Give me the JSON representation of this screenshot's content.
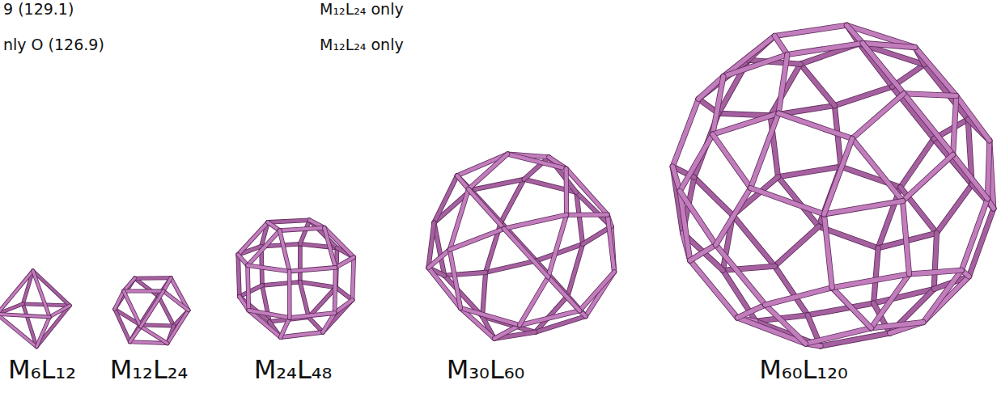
{
  "diagram": {
    "labels": [
      "9 (129.1)",
      "M₁₂L₂₄ only",
      "nly O (126.9)",
      "M₁₂L₂₄ only",
      "M₆L₁₂",
      "M₁₂L₂₄",
      "M₂₄L₄₈",
      "M₃₀L₆₀",
      "M₆₀L₁₂₀"
    ]
  }
}
